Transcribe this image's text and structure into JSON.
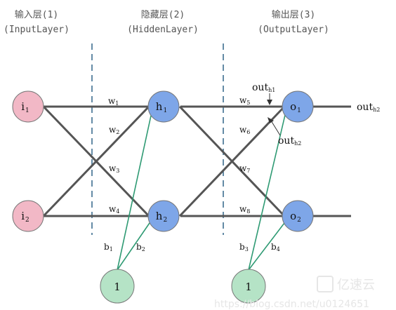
{
  "layers": {
    "input": {
      "title": "输入层(1)",
      "subtitle": "(InputLayer)"
    },
    "hidden": {
      "title": "隐藏层(2)",
      "subtitle": "(HiddenLayer)"
    },
    "output": {
      "title": "输出层(3)",
      "subtitle": "(OutputLayer)"
    }
  },
  "nodes": {
    "i1": {
      "main": "i",
      "sub": "1"
    },
    "i2": {
      "main": "i",
      "sub": "2"
    },
    "h1": {
      "main": "h",
      "sub": "1"
    },
    "h2": {
      "main": "h",
      "sub": "2"
    },
    "o1": {
      "main": "o",
      "sub": "1"
    },
    "o2": {
      "main": "o",
      "sub": "2"
    },
    "bias1": {
      "main": "1"
    },
    "bias2": {
      "main": "1"
    }
  },
  "weights": {
    "w1": {
      "main": "w",
      "sub": "1"
    },
    "w2": {
      "main": "w",
      "sub": "2"
    },
    "w3": {
      "main": "w",
      "sub": "3"
    },
    "w4": {
      "main": "w",
      "sub": "4"
    },
    "w5": {
      "main": "w",
      "sub": "5"
    },
    "w6": {
      "main": "w",
      "sub": "6"
    },
    "w7": {
      "main": "w",
      "sub": "7"
    },
    "w8": {
      "main": "w",
      "sub": "8"
    },
    "b1": {
      "main": "b",
      "sub": "1"
    },
    "b2": {
      "main": "b",
      "sub": "2"
    },
    "b3": {
      "main": "b",
      "sub": "3"
    },
    "b4": {
      "main": "b",
      "sub": "4"
    }
  },
  "annotations": {
    "out_h1": {
      "main": "out",
      "sub": "h1"
    },
    "out_h2": {
      "main": "out",
      "sub": "h2"
    },
    "out_h2_right": {
      "main": "out",
      "sub": "h2"
    }
  },
  "watermark": {
    "brand": "亿速云",
    "url": "https://blog.csdn.net/u0124651"
  },
  "colors": {
    "input_node": "#f2b8c6",
    "hidden_node": "#7ea6e8",
    "output_node": "#7ea6e8",
    "bias_node": "#b5e3c6",
    "edge": "#555555",
    "bias_edge": "#2e9a73",
    "divider": "#3d6e8f"
  }
}
